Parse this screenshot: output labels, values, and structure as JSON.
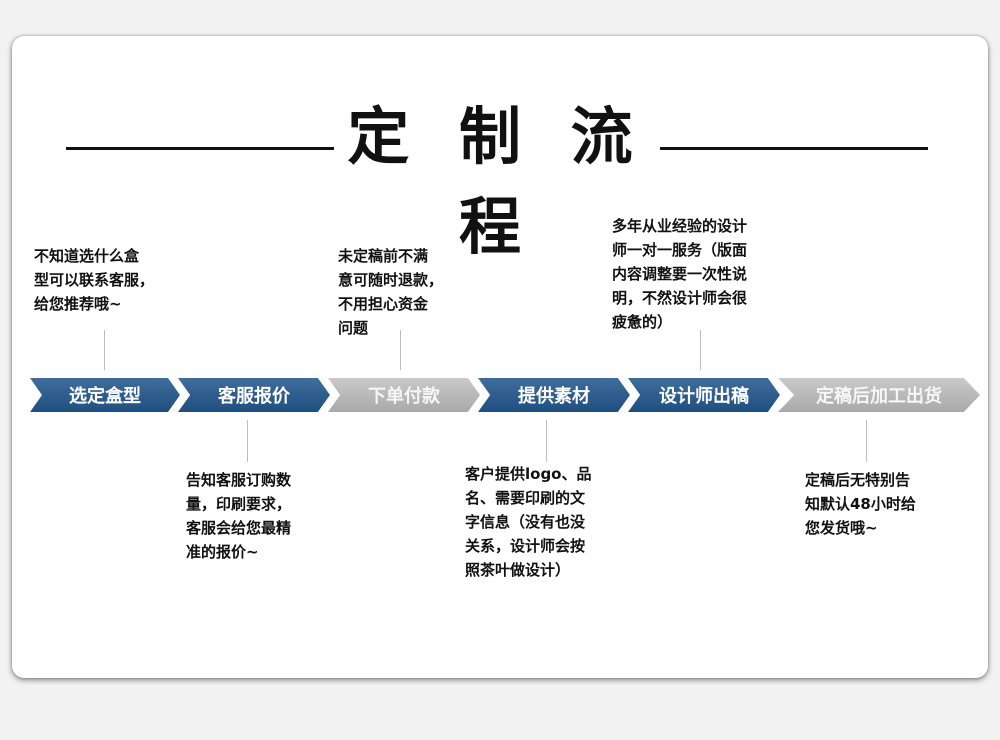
{
  "title": "定 制 流 程",
  "steps": [
    {
      "label": "选定盒型"
    },
    {
      "label": "客服报价"
    },
    {
      "label": "下单付款"
    },
    {
      "label": "提供素材"
    },
    {
      "label": "设计师出稿"
    },
    {
      "label": "定稿后加工出货"
    }
  ],
  "notes": {
    "choose_box": "不知道选什么盒\n型可以联系客服，\n给您推荐哦~",
    "quote": "告知客服订购数\n量，印刷要求，\n客服会给您最精\n准的报价~",
    "payment": "未定稿前不满\n意可随时退款，\n不用担心资金\n问题",
    "materials": "客户提供logo、品\n名、需要印刷的文\n字信息（没有也没\n关系，设计师会按\n照茶叶做设计）",
    "designer": "多年从业经验的设计\n师一对一服务（版面\n内容调整要一次性说\n明，不然设计师会很\n疲惫的）",
    "shipping": "定稿后无特别告\n知默认48小时给\n您发货哦~"
  }
}
